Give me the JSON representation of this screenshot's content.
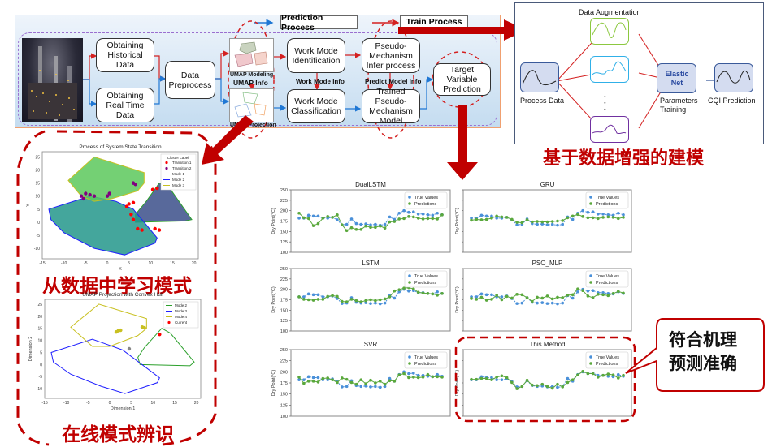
{
  "flow": {
    "legend": {
      "prediction": "Prediction Process",
      "train": "Train Process"
    },
    "nodes": {
      "historical": "Obtaining Historical Data",
      "realtime": "Obtaining Real Time Data",
      "preprocess": "Data Preprocess",
      "identification": "Work Mode Identification",
      "classification": "Work Mode Classification",
      "pseudo_infer": "Pseudo-Mechanism Infer process",
      "trained_pseudo": "Trained Pseudo-Mechanism Model",
      "target": "Target Variable Prediction"
    },
    "labels": {
      "umap_modeling": "UMAP Modeling",
      "umap_info": "UMAP Info",
      "umap_projection": "UMAP Projection",
      "work_mode_info": "Work Mode Info",
      "predict_model_info": "Predict Model Info"
    },
    "colors": {
      "prediction_arrow": "#1f77d4",
      "train_arrow": "#d42020",
      "panel_border": "#f0a070",
      "dashed": "#9a6fd0"
    }
  },
  "augmentation": {
    "title": "Data Augmentation",
    "process_data": "Process Data",
    "elastic_net": "Elastic Net",
    "parameters_training": "Parameters Training",
    "cqi_prediction": "CQI Prediction",
    "ellipsis": "• • •",
    "caption": "基于数据增强的建模"
  },
  "captions": {
    "learn_modes": "从数据中学习模式",
    "online_identify": "在线模式辨识",
    "callout": [
      "符合机理",
      "预测准确"
    ]
  },
  "accent_color": "#c00000",
  "chart_data": [
    {
      "type": "scatter",
      "title": "Process of System State Transition",
      "xlabel": "X",
      "ylabel": "Y",
      "xlim": [
        -15,
        21
      ],
      "ylim": [
        -14,
        27
      ],
      "xticks": [
        -15,
        -10,
        -5,
        0,
        5,
        10,
        15,
        20
      ],
      "yticks": [
        -10,
        -5,
        0,
        5,
        10,
        15,
        20,
        25
      ],
      "legend_title": "Cluster Label",
      "legend_position": "top-right",
      "legend": [
        {
          "name": "Transition 1",
          "kind": "point",
          "color": "#ff0000"
        },
        {
          "name": "Transition 2",
          "kind": "point",
          "color": "#800080"
        },
        {
          "name": "Mode 1",
          "kind": "line",
          "color": "#2ca02c"
        },
        {
          "name": "Mode 2",
          "kind": "line",
          "color": "#1f1fff"
        },
        {
          "name": "Mode 3",
          "kind": "line",
          "color": "#c8c020"
        }
      ],
      "hulls": [
        {
          "name": "Mode 1",
          "color": "#2ca02c",
          "fill": "#3b4f8a",
          "points": [
            [
              12,
              15
            ],
            [
              14,
              14
            ],
            [
              19.5,
              1
            ],
            [
              18,
              0.5
            ],
            [
              6.5,
              0
            ],
            [
              6.5,
              3
            ],
            [
              9,
              8
            ]
          ]
        },
        {
          "name": "Mode 2",
          "color": "#1f1fff",
          "fill": "#23968b",
          "points": [
            [
              -13.5,
              5
            ],
            [
              -4,
              10
            ],
            [
              2,
              8
            ],
            [
              6,
              5
            ],
            [
              11.5,
              -6
            ],
            [
              11,
              -8
            ],
            [
              4,
              -12.5
            ],
            [
              -3,
              -10
            ],
            [
              -10,
              -4
            ],
            [
              -13,
              1
            ]
          ]
        },
        {
          "name": "Mode 3",
          "color": "#c8c020",
          "fill": "#5cc85c",
          "points": [
            [
              -9,
              16
            ],
            [
              -3,
              25
            ],
            [
              8.5,
              19
            ],
            [
              8.5,
              15
            ],
            [
              7,
              12
            ],
            [
              1,
              9
            ],
            [
              -3,
              8
            ],
            [
              -6,
              10
            ]
          ]
        }
      ],
      "transition_points": [
        {
          "name": "Transition 1",
          "color": "#ff0000",
          "points": [
            [
              5,
              7
            ],
            [
              6,
              7.5
            ],
            [
              4.5,
              6
            ],
            [
              5.5,
              3
            ],
            [
              6,
              1
            ],
            [
              7,
              -2.5
            ],
            [
              8,
              -3
            ],
            [
              11,
              -2.5
            ],
            [
              12,
              -3
            ],
            [
              10.5,
              12.5
            ],
            [
              11.5,
              13
            ]
          ]
        },
        {
          "name": "Transition 2",
          "color": "#800080",
          "points": [
            [
              -6,
              10
            ],
            [
              -5,
              11
            ],
            [
              -4,
              10.5
            ],
            [
              -3,
              10
            ],
            [
              -5.5,
              9
            ],
            [
              0,
              10
            ],
            [
              0.5,
              11
            ],
            [
              6,
              15
            ],
            [
              6.5,
              14.5
            ]
          ]
        }
      ]
    },
    {
      "type": "line",
      "title": "UMAP Projection with Convex Hull",
      "xlabel": "Dimension 1",
      "ylabel": "Dimension 2",
      "xlim": [
        -15,
        21
      ],
      "ylim": [
        -14,
        27
      ],
      "xticks": [
        -15,
        -10,
        -5,
        0,
        5,
        10,
        15,
        20
      ],
      "yticks": [
        -10,
        -5,
        0,
        5,
        10,
        15,
        20,
        25
      ],
      "legend_position": "top-right",
      "legend": [
        {
          "name": "Mode 2",
          "kind": "line",
          "color": "#2ca02c"
        },
        {
          "name": "Mode 3",
          "kind": "line",
          "color": "#1f1fff"
        },
        {
          "name": "Mode 4",
          "kind": "line",
          "color": "#c8c020"
        },
        {
          "name": "Current",
          "kind": "point",
          "color": "#ff0000"
        }
      ],
      "hulls": [
        {
          "name": "Mode 2",
          "color": "#2ca02c",
          "points": [
            [
              12,
              15
            ],
            [
              14,
              13
            ],
            [
              19.5,
              1
            ],
            [
              18.5,
              -0.5
            ],
            [
              7,
              0
            ],
            [
              6.5,
              3
            ],
            [
              8,
              7
            ]
          ]
        },
        {
          "name": "Mode 3",
          "color": "#1f1fff",
          "points": [
            [
              -13.5,
              5
            ],
            [
              -4,
              10.5
            ],
            [
              3,
              6
            ],
            [
              11.5,
              -5.5
            ],
            [
              11,
              -7.5
            ],
            [
              3.5,
              -12
            ],
            [
              -2,
              -9
            ],
            [
              -9,
              -4
            ],
            [
              -13,
              1
            ]
          ]
        },
        {
          "name": "Mode 4",
          "color": "#c8c020",
          "points": [
            [
              -9,
              15.5
            ],
            [
              -2.5,
              25
            ],
            [
              8.5,
              19
            ],
            [
              8.5,
              15
            ],
            [
              6.5,
              12
            ],
            [
              0,
              7.5
            ],
            [
              -4,
              7.5
            ]
          ]
        }
      ],
      "points": [
        {
          "name": "Mode 4 samples",
          "color": "#c8c020",
          "points": [
            [
              1.5,
              13.5
            ],
            [
              2,
              14
            ],
            [
              2.5,
              14.2
            ],
            [
              7.5,
              15.5
            ],
            [
              8,
              15.2
            ]
          ]
        },
        {
          "name": "Current",
          "color": "#ff0000",
          "points": [
            [
              11.5,
              12.5
            ]
          ]
        },
        {
          "name": "Other",
          "color": "#888888",
          "points": [
            [
              4.5,
              6.5
            ]
          ]
        }
      ]
    },
    {
      "type": "line",
      "title": "DualLSTM",
      "ylabel": "Dry Point(°C)",
      "ylim": [
        100,
        250
      ],
      "yticks": [
        100,
        125,
        150,
        175,
        200,
        225,
        250
      ],
      "legend_position": "top-right",
      "series": [
        {
          "name": "True Values",
          "color": "#4a90d9",
          "values": [
            182,
            182,
            189,
            187,
            187,
            182,
            182,
            184,
            178,
            166,
            167,
            180,
            169,
            167,
            168,
            166,
            167,
            165,
            167,
            185,
            179,
            194,
            200,
            196,
            197,
            192,
            192,
            190,
            189,
            194,
            190
          ]
        },
        {
          "name": "Predictions",
          "color": "#5aa83c",
          "values": [
            194,
            183,
            181,
            164,
            169,
            182,
            186,
            184,
            190,
            166,
            152,
            159,
            155,
            155,
            163,
            160,
            160,
            163,
            158,
            173,
            174,
            180,
            181,
            186,
            185,
            182,
            180,
            181,
            181,
            180,
            190
          ]
        }
      ]
    },
    {
      "type": "line",
      "title": "GRU",
      "ylabel": "Dry Point(°C)",
      "ylim": [
        100,
        250
      ],
      "yticks": [
        100,
        125,
        150,
        175,
        200,
        225,
        250
      ],
      "legend_position": "top-right",
      "series": [
        {
          "name": "True Values",
          "color": "#4a90d9",
          "values": [
            182,
            182,
            189,
            187,
            187,
            182,
            182,
            184,
            178,
            166,
            167,
            180,
            169,
            167,
            168,
            166,
            167,
            165,
            167,
            185,
            179,
            194,
            200,
            196,
            197,
            192,
            192,
            190,
            189,
            194,
            190
          ]
        },
        {
          "name": "Predictions",
          "color": "#5aa83c",
          "values": [
            177,
            179,
            178,
            179,
            182,
            187,
            185,
            184,
            179,
            172,
            171,
            178,
            173,
            174,
            173,
            173,
            174,
            175,
            176,
            183,
            187,
            191,
            186,
            183,
            183,
            181,
            184,
            185,
            184,
            181,
            184
          ]
        }
      ]
    },
    {
      "type": "line",
      "title": "LSTM",
      "ylabel": "Dry Point(°C)",
      "ylim": [
        100,
        250
      ],
      "yticks": [
        100,
        125,
        150,
        175,
        200,
        225,
        250
      ],
      "legend_position": "top-right",
      "series": [
        {
          "name": "True Values",
          "color": "#4a90d9",
          "values": [
            182,
            182,
            189,
            187,
            187,
            182,
            182,
            184,
            178,
            166,
            167,
            180,
            169,
            167,
            168,
            166,
            167,
            165,
            167,
            185,
            179,
            194,
            200,
            196,
            197,
            192,
            192,
            190,
            189,
            194,
            190
          ]
        },
        {
          "name": "Predictions",
          "color": "#5aa83c",
          "values": [
            182,
            176,
            175,
            174,
            176,
            176,
            183,
            185,
            183,
            171,
            170,
            176,
            173,
            170,
            173,
            175,
            173,
            175,
            177,
            182,
            196,
            199,
            203,
            204,
            201,
            193,
            191,
            190,
            189,
            186,
            190
          ]
        }
      ]
    },
    {
      "type": "line",
      "title": "PSO_MLP",
      "ylabel": "Dry Point(°C)",
      "ylim": [
        100,
        250
      ],
      "yticks": [
        100,
        125,
        150,
        175,
        200,
        225,
        250
      ],
      "legend_position": "top-right",
      "series": [
        {
          "name": "True Values",
          "color": "#4a90d9",
          "values": [
            182,
            182,
            189,
            187,
            187,
            182,
            182,
            184,
            178,
            166,
            167,
            180,
            169,
            167,
            168,
            166,
            167,
            165,
            167,
            185,
            179,
            194,
            200,
            196,
            197,
            192,
            192,
            190,
            189,
            194,
            190
          ]
        },
        {
          "name": "Predictions",
          "color": "#5aa83c",
          "values": [
            178,
            176,
            181,
            174,
            176,
            186,
            175,
            183,
            179,
            188,
            187,
            180,
            171,
            181,
            179,
            184,
            177,
            181,
            180,
            186,
            187,
            201,
            197,
            184,
            180,
            188,
            187,
            185,
            190,
            195,
            191
          ]
        }
      ]
    },
    {
      "type": "line",
      "title": "SVR",
      "ylabel": "Dry Point(°C)",
      "ylim": [
        100,
        250
      ],
      "yticks": [
        100,
        125,
        150,
        175,
        200,
        225,
        250
      ],
      "legend_position": "top-right",
      "series": [
        {
          "name": "True Values",
          "color": "#4a90d9",
          "values": [
            182,
            182,
            189,
            187,
            187,
            182,
            182,
            184,
            178,
            166,
            167,
            180,
            169,
            167,
            168,
            166,
            167,
            165,
            167,
            185,
            179,
            194,
            200,
            196,
            197,
            192,
            192,
            190,
            189,
            194,
            190
          ]
        },
        {
          "name": "Predictions",
          "color": "#5aa83c",
          "values": [
            188,
            174,
            179,
            179,
            177,
            185,
            186,
            182,
            176,
            186,
            183,
            176,
            172,
            182,
            173,
            181,
            175,
            179,
            172,
            180,
            179,
            193,
            196,
            187,
            188,
            187,
            188,
            194,
            189,
            189,
            188
          ]
        }
      ]
    },
    {
      "type": "line",
      "title": "This Method",
      "ylabel": "Dry Point(°C)",
      "ylim": [
        100,
        250
      ],
      "yticks": [
        100,
        125,
        150,
        175,
        200,
        225,
        250
      ],
      "legend_position": "top-right",
      "series": [
        {
          "name": "True Values",
          "color": "#4a90d9",
          "values": [
            182,
            182,
            189,
            187,
            187,
            182,
            182,
            184,
            178,
            166,
            167,
            180,
            169,
            167,
            168,
            166,
            167,
            165,
            167,
            185,
            179,
            194,
            200,
            196,
            197,
            192,
            192,
            190,
            189,
            194,
            190
          ]
        },
        {
          "name": "Predictions",
          "color": "#5aa83c",
          "values": [
            183,
            183,
            185,
            185,
            182,
            188,
            191,
            187,
            176,
            162,
            167,
            181,
            170,
            169,
            172,
            167,
            163,
            172,
            166,
            176,
            182,
            193,
            201,
            196,
            196,
            188,
            192,
            195,
            193,
            186,
            192
          ]
        }
      ]
    }
  ]
}
